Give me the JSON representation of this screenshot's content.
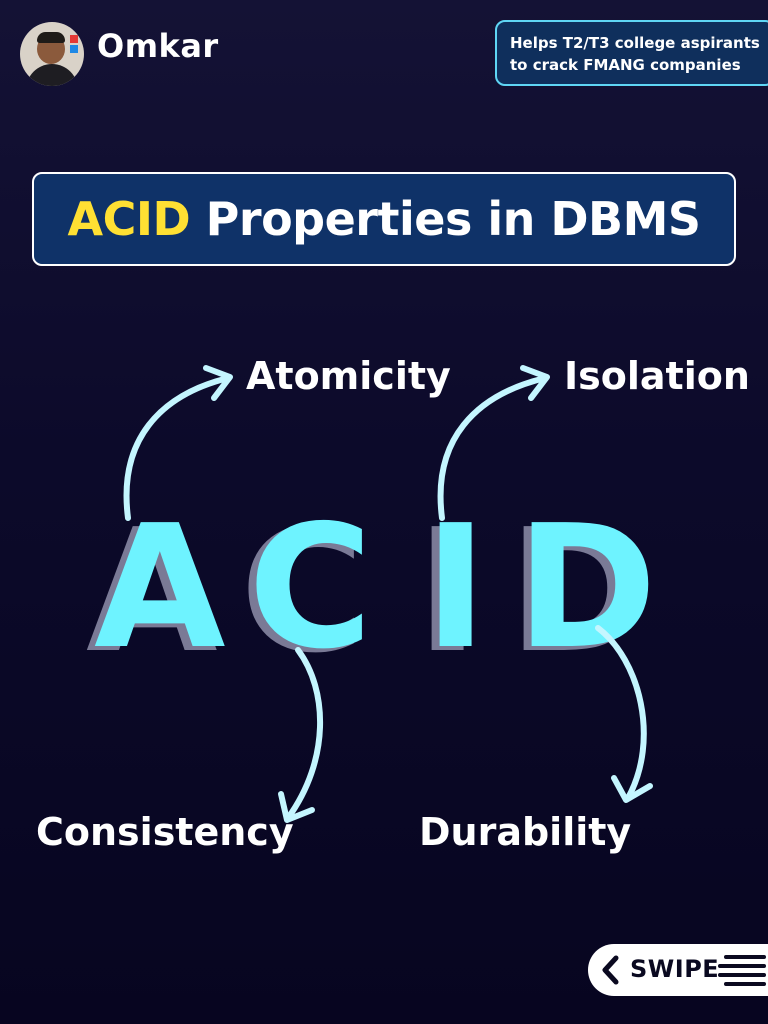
{
  "header": {
    "author": "Omkar",
    "tagline_line1": "Helps T2/T3 college aspirants",
    "tagline_line2": "to crack FMANG companies"
  },
  "title": {
    "highlight": "ACID",
    "rest": " Properties in DBMS",
    "highlight_color": "#ffe033"
  },
  "acronym": {
    "letters": [
      "A",
      "C",
      "I",
      "D"
    ],
    "color": "#6ef3ff",
    "shadow_color": "#7a7a96"
  },
  "properties": {
    "atomicity": "Atomicity",
    "isolation": "Isolation",
    "consistency": "Consistency",
    "durability": "Durability"
  },
  "arrow_color": "#c4f6ff",
  "swipe": {
    "label": "SWIPE"
  }
}
